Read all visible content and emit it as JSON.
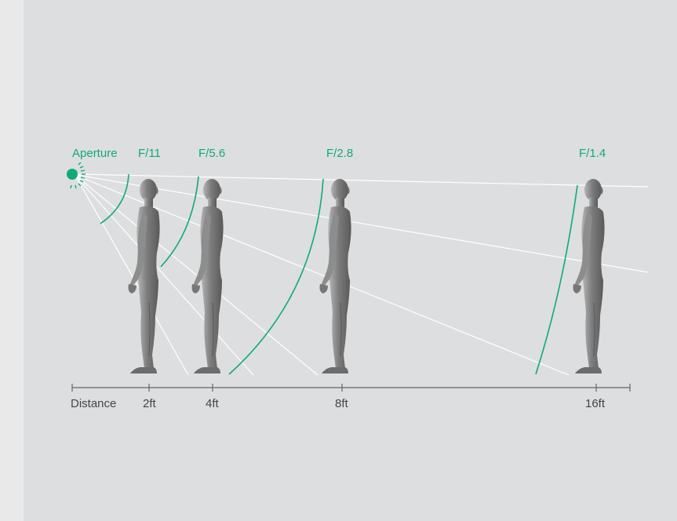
{
  "aperture_label": "Aperture",
  "distance_label": "Distance",
  "stops": [
    {
      "f_label": "F/11",
      "distance": "2ft"
    },
    {
      "f_label": "F/5.6",
      "distance": "4ft"
    },
    {
      "f_label": "F/2.8",
      "distance": "8ft"
    },
    {
      "f_label": "F/1.4",
      "distance": "16ft"
    }
  ],
  "colors": {
    "accent": "#10a97a",
    "light_lines": "#ffffff",
    "figure": "#8a8a8a",
    "axis": "#666666",
    "background": "#dddedf"
  },
  "icons": {
    "light_source": "sun-icon",
    "figure": "standing-person"
  }
}
